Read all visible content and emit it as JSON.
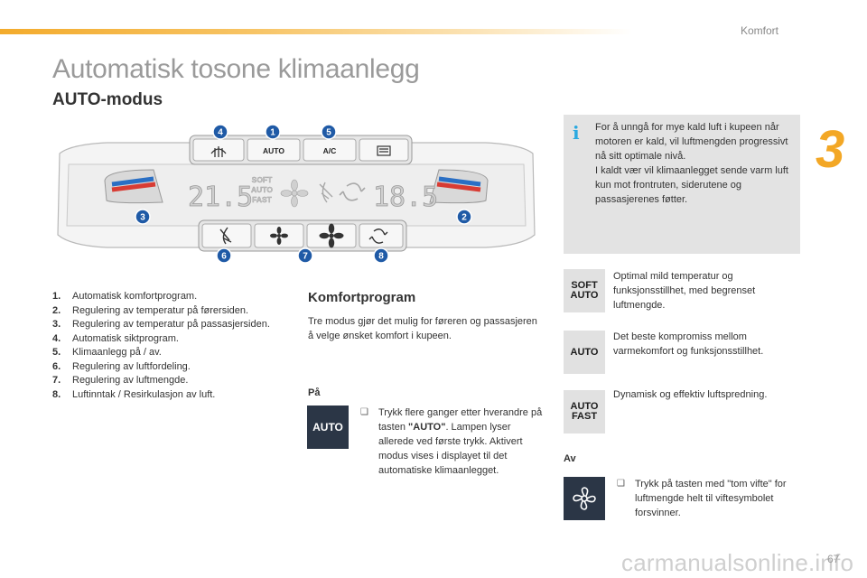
{
  "header": {
    "section": "Komfort",
    "chapter": "3"
  },
  "title": "Automatisk tosone klimaanlegg",
  "subtitle": "AUTO-modus",
  "panel": {
    "callouts": [
      "4",
      "1",
      "5",
      "3",
      "2",
      "6",
      "7",
      "8"
    ],
    "top_buttons": [
      "AUTO",
      "A/C"
    ],
    "display": {
      "left_temp": "21.5",
      "right_temp": "18.5",
      "mode_lines": [
        "SOFT",
        "AUTO",
        "FAST"
      ]
    }
  },
  "info": {
    "icon": "i",
    "text": "For å unngå for mye kald luft i kupeen når motoren er kald, vil luftmengden progressivt nå sitt optimale nivå.",
    "text2": "I kaldt vær vil klimaanlegget sende varm luft kun mot frontruten, siderutene og passasjerenes føtter."
  },
  "legend": [
    {
      "n": "1.",
      "t": "Automatisk komfortprogram."
    },
    {
      "n": "2.",
      "t": "Regulering av temperatur på førersiden."
    },
    {
      "n": "3.",
      "t": "Regulering av temperatur på passasjersiden."
    },
    {
      "n": "4.",
      "t": "Automatisk siktprogram."
    },
    {
      "n": "5.",
      "t": "Klimaanlegg på / av."
    },
    {
      "n": "6.",
      "t": "Regulering av luftfordeling."
    },
    {
      "n": "7.",
      "t": "Regulering av luftmengde."
    },
    {
      "n": "8.",
      "t": "Luftinntak / Resirkulasjon av luft."
    }
  ],
  "program": {
    "heading": "Komfortprogram",
    "intro": "Tre modus gjør det mulig for føreren og passasjeren å velge ønsket komfort i kupeen.",
    "on_label": "På",
    "on_tile": "AUTO",
    "on_step_a": "Trykk flere ganger etter hverandre på tasten ",
    "on_step_key": "\"AUTO\"",
    "on_step_b": ". Lampen lyser allerede ved første trykk. Aktivert modus vises i displayet til det automatiske klimaanlegget.",
    "checkbox": "❑"
  },
  "modes": [
    {
      "tile_l1": "SOFT",
      "tile_l2": "AUTO",
      "text": "Optimal mild temperatur og funksjonsstillhet, med begrenset luftmengde."
    },
    {
      "tile_l1": "AUTO",
      "tile_l2": "",
      "text": "Det beste kompromiss mellom varmekomfort og funksjonsstillhet."
    },
    {
      "tile_l1": "AUTO",
      "tile_l2": "FAST",
      "text": "Dynamisk og effektiv luftspredning."
    }
  ],
  "off": {
    "label": "Av",
    "text": "Trykk på tasten med \"tom vifte\" for luftmengde helt til viftesymbolet forsvinner."
  },
  "footer": {
    "page": "67",
    "watermark": "carmanualsonline.info"
  },
  "colors": {
    "accent": "#f3a725",
    "info_icon": "#2aa9e0",
    "tile_dark": "#2b3646",
    "callout": "#1f5aa6"
  }
}
